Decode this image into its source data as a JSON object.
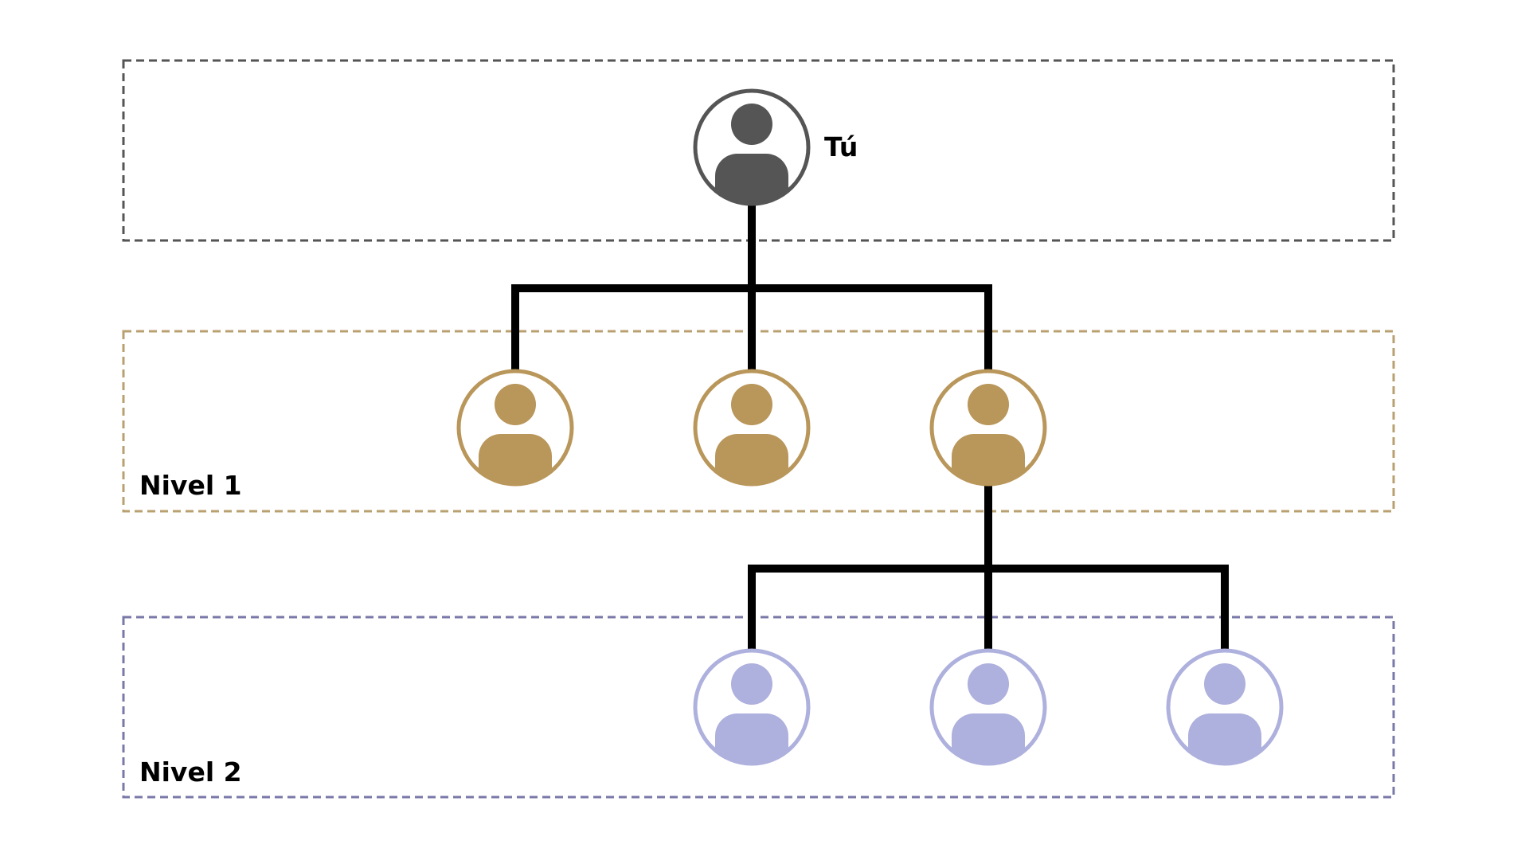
{
  "root": {
    "label": "Tú",
    "color": "#555555"
  },
  "levels": [
    {
      "label": "Nivel 1",
      "color": "#b9965a",
      "border_color": "#b9a070",
      "members": 3
    },
    {
      "label": "Nivel 2",
      "color": "#aeb0dd",
      "border_color": "#7a78a8",
      "members": 3
    }
  ],
  "root_band_border_color": "#555555",
  "connector_color": "#000000",
  "icons": {
    "person": "person-icon"
  }
}
